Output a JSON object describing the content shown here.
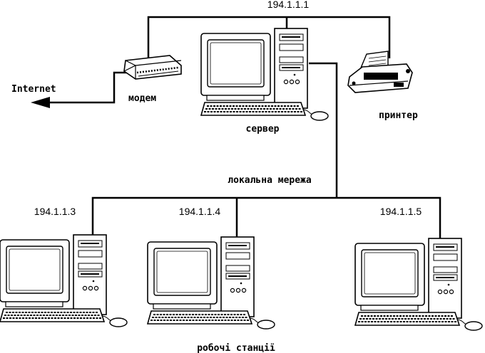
{
  "labels": {
    "server_ip": "194.1.1.1",
    "ws1_ip": "194.1.1.3",
    "ws2_ip": "194.1.1.4",
    "ws3_ip": "194.1.1.5",
    "internet": "Internet",
    "modem": "модем",
    "server": "сервер",
    "printer": "принтер",
    "lan": "локальна мережа",
    "workstations": "робочі станції"
  },
  "icons": {
    "server": "computer-icon",
    "workstation": "computer-icon",
    "modem": "modem-icon",
    "printer": "printer-icon",
    "arrow": "arrow-left-icon"
  }
}
